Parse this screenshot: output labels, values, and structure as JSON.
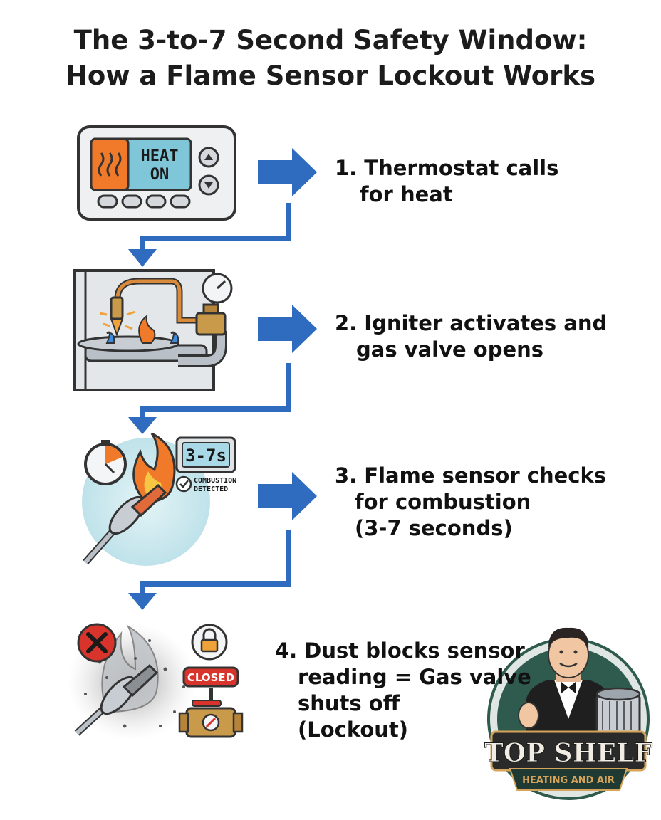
{
  "title": {
    "line1": "The 3-to-7 Second Safety Window:",
    "line2": "How a Flame Sensor Lockout Works"
  },
  "steps": [
    {
      "lines": [
        "1. Thermostat calls",
        "for heat"
      ]
    },
    {
      "lines": [
        "2. Igniter activates and",
        "gas valve opens"
      ]
    },
    {
      "lines": [
        "3. Flame sensor checks",
        "for combustion",
        "(3-7 seconds)"
      ]
    },
    {
      "lines": [
        "4. Dust blocks sensor",
        "reading = Gas valve",
        "shuts off",
        "(Lockout)"
      ]
    }
  ],
  "thermostat": {
    "line1": "HEAT",
    "line2": "ON"
  },
  "timer": {
    "display": "3-7s",
    "status_line1": "COMBUSTION",
    "status_line2": "DETECTED"
  },
  "valve_status": "CLOSED",
  "logo": {
    "name": "TOP SHELF",
    "tagline": "HEATING AND AIR"
  },
  "colors": {
    "arrow": "#2f6cc0",
    "accent_orange": "#f07a2a",
    "logo_green": "#2f5a4e"
  }
}
